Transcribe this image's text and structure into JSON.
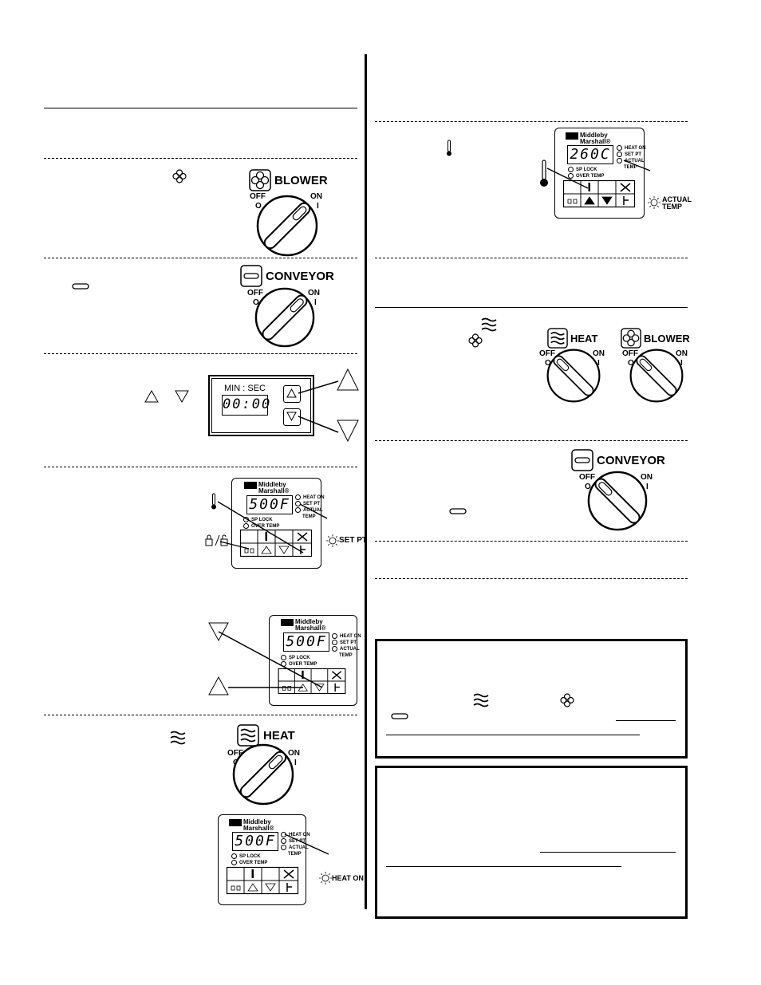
{
  "knobs": {
    "blower_left": {
      "title": "BLOWER",
      "off": "OFF",
      "off_sym": "O",
      "on": "ON",
      "on_sym": "I"
    },
    "conveyor_left": {
      "title": "CONVEYOR",
      "off": "OFF",
      "off_sym": "O",
      "on": "ON",
      "on_sym": "I"
    },
    "heat_left": {
      "title": "HEAT",
      "off": "OFF",
      "off_sym": "O",
      "on": "ON",
      "on_sym": "I"
    },
    "heat_right": {
      "title": "HEAT",
      "off": "OFF",
      "off_sym": "O",
      "on": "ON",
      "on_sym": "I"
    },
    "blower_right": {
      "title": "BLOWER",
      "off": "OFF",
      "off_sym": "O",
      "on": "ON",
      "on_sym": "I"
    },
    "conveyor_right": {
      "title": "CONVEYOR",
      "off": "OFF",
      "off_sym": "O",
      "on": "ON",
      "on_sym": "I"
    }
  },
  "timer": {
    "label": "MIN : SEC",
    "display": "00:00"
  },
  "controller": {
    "brand_line1": "Middleby",
    "brand_line2": "Marshall®",
    "ind_heat_on": "HEAT ON",
    "ind_set_pt": "SET PT",
    "ind_actual": "ACTUAL",
    "ind_temp": "TEMP",
    "ind_sp_lock": "SP LOCK",
    "ind_over_temp": "OVER TEMP"
  },
  "displays": {
    "setpt_panel": "500F",
    "lower_panel": "500F",
    "heat_panel": "500F",
    "actual_panel": "260C"
  },
  "callouts": {
    "set_pt": "SET PT",
    "heat_on": "HEAT ON",
    "actual_temp_line1": "ACTUAL",
    "actual_temp_line2": "TEMP"
  }
}
